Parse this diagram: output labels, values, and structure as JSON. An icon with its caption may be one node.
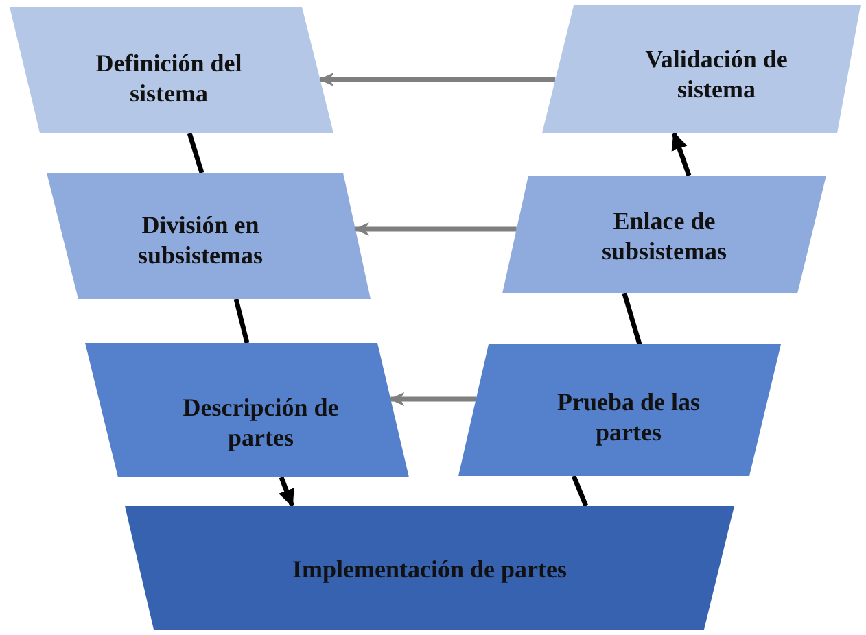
{
  "diagram": {
    "nodes": [
      {
        "text": [
          "Definición del sistema"
        ]
      },
      {
        "text": [
          "Validación de sistema"
        ]
      },
      {
        "text": [
          "División en subsistemas"
        ]
      },
      {
        "text": [
          "Enlace de subsistemas"
        ]
      },
      {
        "text": [
          "Descripción de partes"
        ]
      },
      {
        "text": [
          "Prueba de las partes"
        ]
      },
      {
        "text": [
          "Implementación de partes"
        ]
      }
    ],
    "edges": [
      {
        "from": 0,
        "to": 2,
        "arrow": "none"
      },
      {
        "from": 2,
        "to": 4,
        "arrow": "none"
      },
      {
        "from": 4,
        "to": 6,
        "arrow": "to"
      },
      {
        "from": 6,
        "to": 5,
        "arrow": "none"
      },
      {
        "from": 5,
        "to": 3,
        "arrow": "none"
      },
      {
        "from": 3,
        "to": 1,
        "arrow": "to"
      },
      {
        "from": 1,
        "to": 0,
        "arrow": "to",
        "color": "#7f7f7f"
      },
      {
        "from": 3,
        "to": 2,
        "arrow": "to",
        "color": "#7f7f7f"
      },
      {
        "from": 5,
        "to": 4,
        "arrow": "to",
        "color": "#7f7f7f"
      }
    ]
  }
}
